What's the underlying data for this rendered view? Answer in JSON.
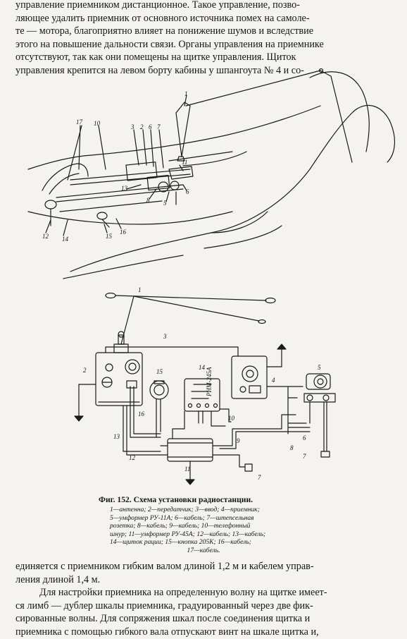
{
  "top_text": {
    "lines": [
      "управление приемником дистанционное. Такое управление, позво-",
      "ляющее удалить приемник от основного источника помех на самоле-",
      "те — мотора, благоприятно влияет на понижение шумов и вследствие",
      "этого на повышение дальности связи. Органы управления на приемнике",
      "отсутствуют, так как они помещены на щитке управления. Щиток",
      "управления крепится на левом борту кабины у шпангоута № 4 и со-"
    ]
  },
  "top_figure": {
    "callouts": [
      "1",
      "17",
      "10",
      "3",
      "2",
      "6",
      "7",
      "11",
      "13",
      "8",
      "5",
      "6",
      "12",
      "14",
      "15",
      "16"
    ]
  },
  "schematic": {
    "callouts": [
      "1",
      "3",
      "2",
      "15",
      "14",
      "4",
      "5",
      "16",
      "10",
      "13",
      "12",
      "11",
      "9",
      "8",
      "6",
      "7",
      "7"
    ],
    "box_label": "РИМ-245А"
  },
  "caption": {
    "title": "Фиг. 152. Схема установки радиостанции.",
    "legend_lines": [
      "1—антенна; 2—передатчик; 3—ввод; 4—приемник;",
      "5—умформер РУ-11А; 6—кабель; 7—штепсельная",
      "розетка; 8—кабель; 9—кабель; 10—телефонный",
      "шнур; 11—умформер РУ-45А; 12—кабель; 13—кабель;",
      "14—щиток рации; 15—кнопка 205К; 16—кабель;",
      "17—кабель."
    ]
  },
  "bottom_text": {
    "lines": [
      "единяется с приемником гибким валом длиной 1,2 м и кабелем управ-",
      "ления длиной 1,4 м.",
      "Для настройки приемника на определенную волну на щитке имеет-",
      "ся лимб — дублер шкалы приемника, градуированный через две фик-",
      "сированные волны. Для сопряжения шкал после соединения щитка и",
      "приемника с помощью гибкого вала отпускают винт на шкале щитка и,"
    ]
  }
}
